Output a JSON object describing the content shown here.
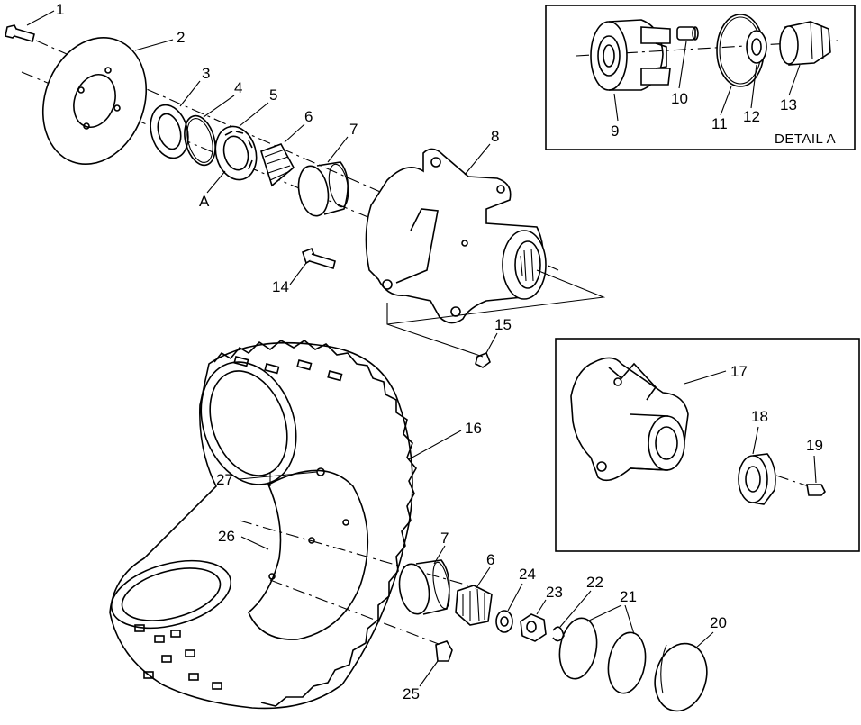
{
  "callouts": {
    "c1": "1",
    "c2": "2",
    "c3": "3",
    "c4": "4",
    "c5": "5",
    "c6": "6",
    "c7": "7",
    "c8": "8",
    "c9": "9",
    "c10": "10",
    "c11": "11",
    "c12": "12",
    "c13": "13",
    "c14": "14",
    "c15": "15",
    "c16": "16",
    "c17": "17",
    "c18": "18",
    "c19": "19",
    "c20": "20",
    "c21": "21",
    "c22": "22",
    "c23": "23",
    "c24": "24",
    "c25": "25",
    "c26": "26",
    "c27": "27",
    "c6b": "6",
    "c7b": "7",
    "detail_ref": "A"
  },
  "detail_a": {
    "caption": "DETAIL A"
  }
}
